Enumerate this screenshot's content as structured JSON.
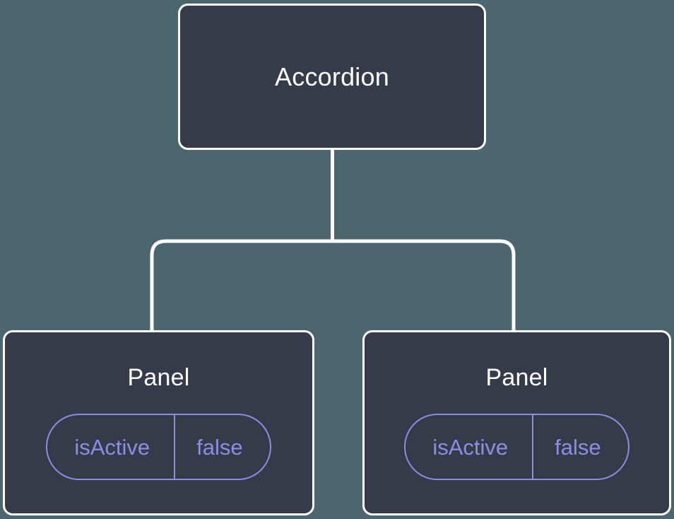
{
  "canvas": {
    "background_color": "#4c6670",
    "node_fill_color": "#353b49",
    "node_border_color": "#ffffff",
    "edge_color": "#ffffff",
    "prop_accent_color": "#8a8fe4",
    "title_color": "#ffffff"
  },
  "tree": {
    "root": {
      "label": "Accordion"
    },
    "children": [
      {
        "label": "Panel",
        "prop": {
          "key": "isActive",
          "value": "false"
        }
      },
      {
        "label": "Panel",
        "prop": {
          "key": "isActive",
          "value": "false"
        }
      }
    ]
  }
}
